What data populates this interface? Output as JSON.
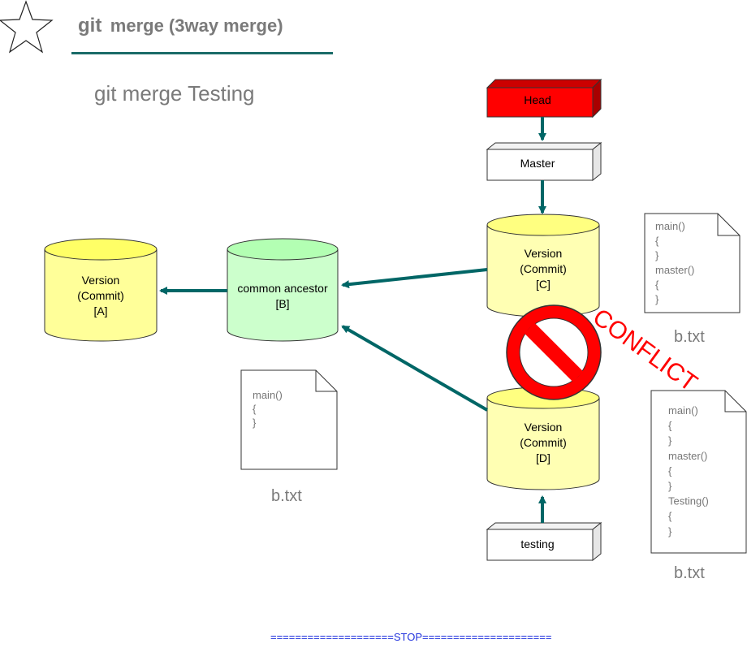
{
  "title": {
    "git": "git",
    "rest": "merge (3way merge)"
  },
  "subtitle": "git merge Testing",
  "refs": {
    "head": "Head",
    "master": "Master",
    "testing": "testing"
  },
  "commits": {
    "a": {
      "line1": "Version",
      "line2": "(Commit)",
      "line3": "[A]"
    },
    "b": {
      "line1": "common ancestor",
      "line2": "[B]"
    },
    "c": {
      "line1": "Version",
      "line2": "(Commit)",
      "line3": "[C]"
    },
    "d": {
      "line1": "Version",
      "line2": "(Commit)",
      "line3": "[D]"
    }
  },
  "files": {
    "b": {
      "lines": [
        "main()",
        "{",
        "}"
      ],
      "caption": "b.txt"
    },
    "c": {
      "lines": [
        "main()",
        "{",
        "}",
        "master()",
        "{",
        "}"
      ],
      "caption": "b.txt"
    },
    "d": {
      "lines": [
        "main()",
        "{",
        "}",
        "master()",
        "{",
        "}",
        "Testing()",
        "{",
        "}"
      ],
      "caption": "b.txt"
    }
  },
  "conflict_label": "CONFLICT",
  "stop_line": "====================STOP=====================",
  "colors": {
    "head_fill": "#ff0000",
    "ref_fill": "#ffffff",
    "yellow_cyl": "#ffffb3",
    "yellow_cyl_dark": "#ffff80",
    "green_cyl": "#ccffcc",
    "green_cyl_dark": "#b3ffb3",
    "arrow": "#006666",
    "conflict": "#ff0000",
    "underline": "#1a6b68"
  },
  "icons": {
    "star": "star-outline-icon",
    "no_sign": "prohibited-icon"
  }
}
